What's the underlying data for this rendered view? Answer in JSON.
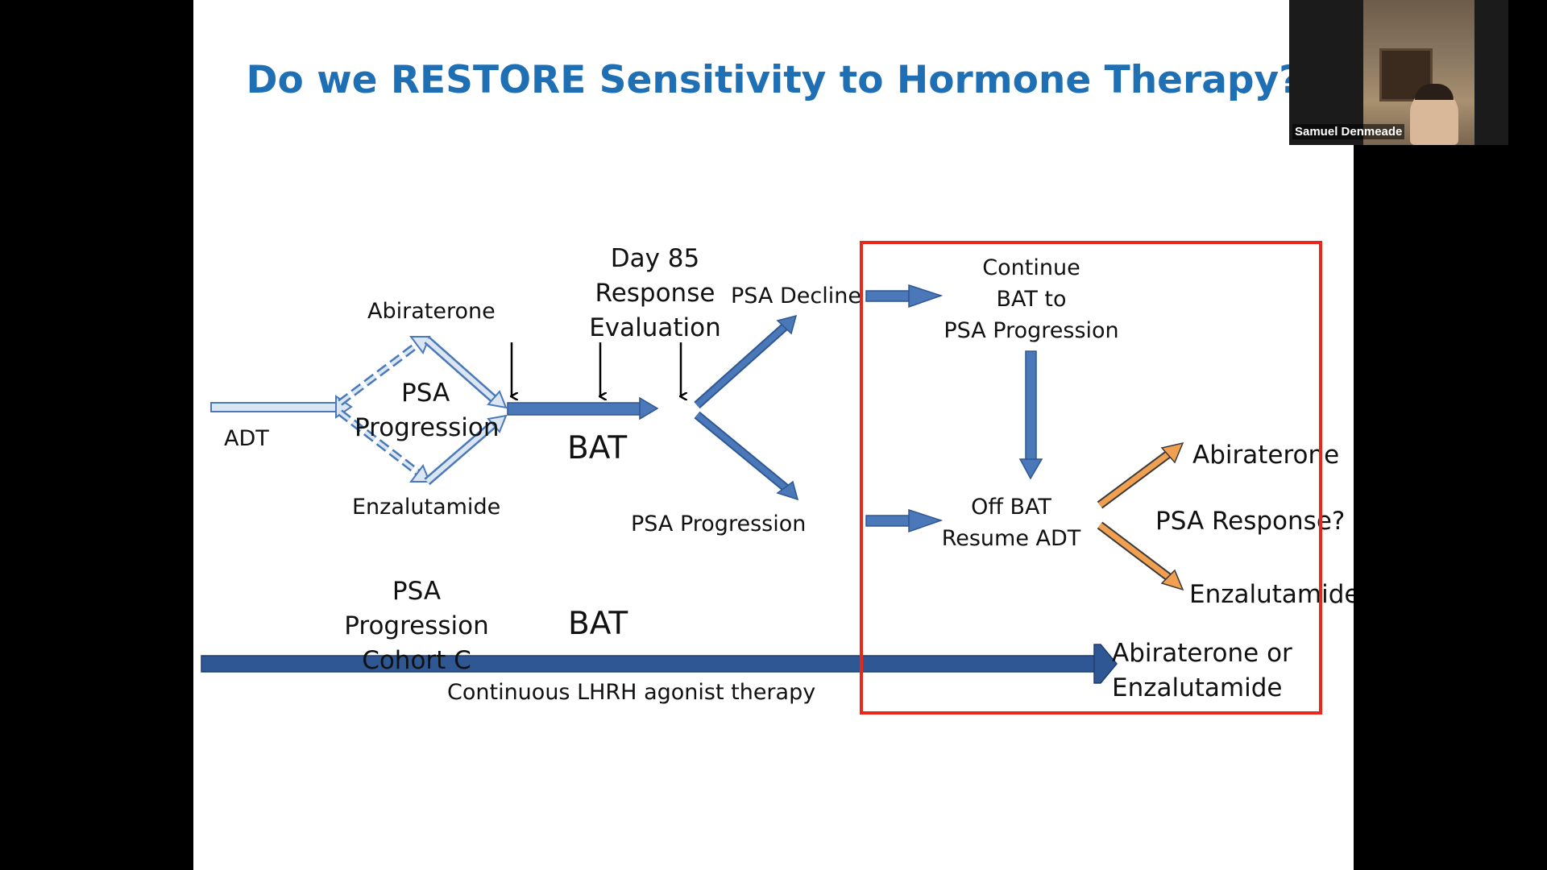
{
  "slide": {
    "title": "Do we RESTORE Sensitivity to Hormone Therapy?",
    "labels": {
      "adt": "ADT",
      "abiraterone_top": "Abiraterone",
      "psa": "PSA",
      "progression": "Progression",
      "enzalutamide_left": "Enzalutamide",
      "day85_line1": "Day 85",
      "day85_line2": "Response",
      "day85_line3": "Evaluation",
      "bat_top": "BAT",
      "psa_decline": "PSA Decline",
      "psa_progression_branch": "PSA Progression",
      "continue_line1": "Continue",
      "continue_line2": "BAT to",
      "continue_line3": "PSA Progression",
      "off_bat": "Off BAT",
      "resume_adt": "Resume ADT",
      "abiraterone_right": "Abiraterone",
      "psa_response": "PSA Response?",
      "enzalutamide_right": "Enzalutamide",
      "cohort_psa": "PSA",
      "cohort_progression": "Progression",
      "cohort_c": "Cohort C",
      "bat_bottom": "BAT",
      "continuous": "Continuous LHRH agonist therapy",
      "final_line1": "Abiraterone or",
      "final_line2": "Enzalutamide"
    }
  },
  "colors": {
    "title": "#1f6fb5",
    "arrow_blue": "#4a78b8",
    "arrow_dark": "#2e5793",
    "arrow_light": "#dbe6f4",
    "arrow_orange": "#f0a050",
    "box_red": "#e8281a"
  },
  "video": {
    "participant_name": "Samuel Denmeade"
  }
}
